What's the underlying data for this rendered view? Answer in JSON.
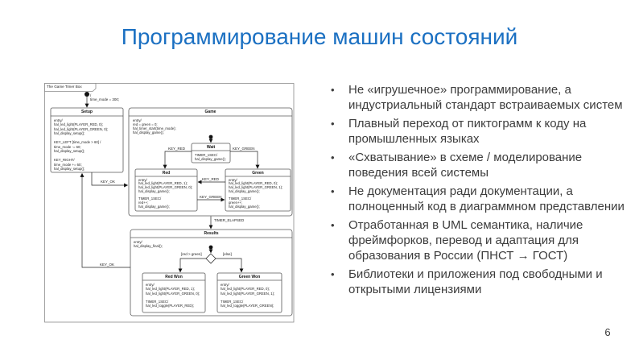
{
  "slide": {
    "title": "Программирование машин состояний",
    "page_number": "6",
    "accent_color": "#1b70c2",
    "text_color": "#3c3c3c"
  },
  "bullets": {
    "marker": "•",
    "items": [
      "Не «игрушечное» программирование, а индустриальный стандарт встраиваемых систем",
      "Плавный переход от пиктограмм к коду на промышленных языках",
      "«Схватывание» в схеме / моделирование поведения всей системы",
      "Не документация ради документации, а полноценный код в диаграммном представлении",
      "Отработанная в UML семантика, наличие фреймфорков, перевод и адаптация для образования в России (ПНСТ → ГОСТ)",
      "Библиотеки и приложения под свободными и открытыми лицензиями"
    ]
  },
  "diagram": {
    "frame_label": "The Game Timer Box",
    "init_label": [
      "/",
      "time_mode = 300;"
    ],
    "setup": {
      "title": "Setup",
      "body": [
        "entry/",
        "hal_led_light(PLAYER_RED, 0);",
        "hal_led_light(PLAYER_GREEN, 0);",
        "hal_display_setup();",
        "",
        "KEY_LEFT [time_mode > 60] /",
        "time_mode -= 60;",
        "hal_display_setup();",
        "",
        "KEY_RIGHT/",
        "time_mode += 60;",
        "hal_display_setup();"
      ]
    },
    "game": {
      "title": "Game",
      "body": [
        "entry/",
        "red = green = 0;",
        "hal_timer_start(time_mode);",
        "hal_display_game();"
      ]
    },
    "wait": {
      "title": "Wait",
      "body": [
        "TIMER_1SEC/",
        "hal_display_game();"
      ]
    },
    "red": {
      "title": "Red",
      "body": [
        "entry/",
        "hal_led_light(PLAYER_RED, 1);",
        "hal_led_light(PLAYER_GREEN, 0);",
        "hal_display_game();",
        "",
        "TIMER_1SEC/",
        "red++;",
        "hal_display_game();"
      ]
    },
    "green": {
      "title": "Green",
      "body": [
        "entry/",
        "hal_led_light(PLAYER_RED, 0);",
        "hal_led_light(PLAYER_GREEN, 1);",
        "hal_display_game();",
        "",
        "TIMER_1SEC/",
        "green++;",
        "hal_display_game();"
      ]
    },
    "results": {
      "title": "Results",
      "body": [
        "entry/",
        "hal_display_final();"
      ]
    },
    "red_won": {
      "title": "Red Won",
      "body": [
        "entry/",
        "hal_led_light(PLAYER_RED, 1);",
        "hal_led_light(PLAYER_GREEN, 0);",
        "",
        "TIMER_1SEC/",
        "hal_led_toggle(PLAYER_RED);"
      ]
    },
    "green_won": {
      "title": "Green Won",
      "body": [
        "entry/",
        "hal_led_light(PLAYER_RED, 0);",
        "hal_led_light(PLAYER_GREEN, 1);",
        "",
        "TIMER_1SEC/",
        "hal_led_toggle(PLAYER_GREEN);"
      ]
    },
    "labels": {
      "key_ok_top": "KEY_OK",
      "key_ok_bottom": "KEY_OK",
      "key_red_wait": "KEY_RED",
      "key_green_wait": "KEY_GREEN",
      "key_red_mid": "KEY_RED",
      "key_green_mid": "KEY_GREEN",
      "timer_elapsed": "TIMER_ELAPSED",
      "guard_left": "[red > green]",
      "guard_else": "[else]"
    }
  }
}
